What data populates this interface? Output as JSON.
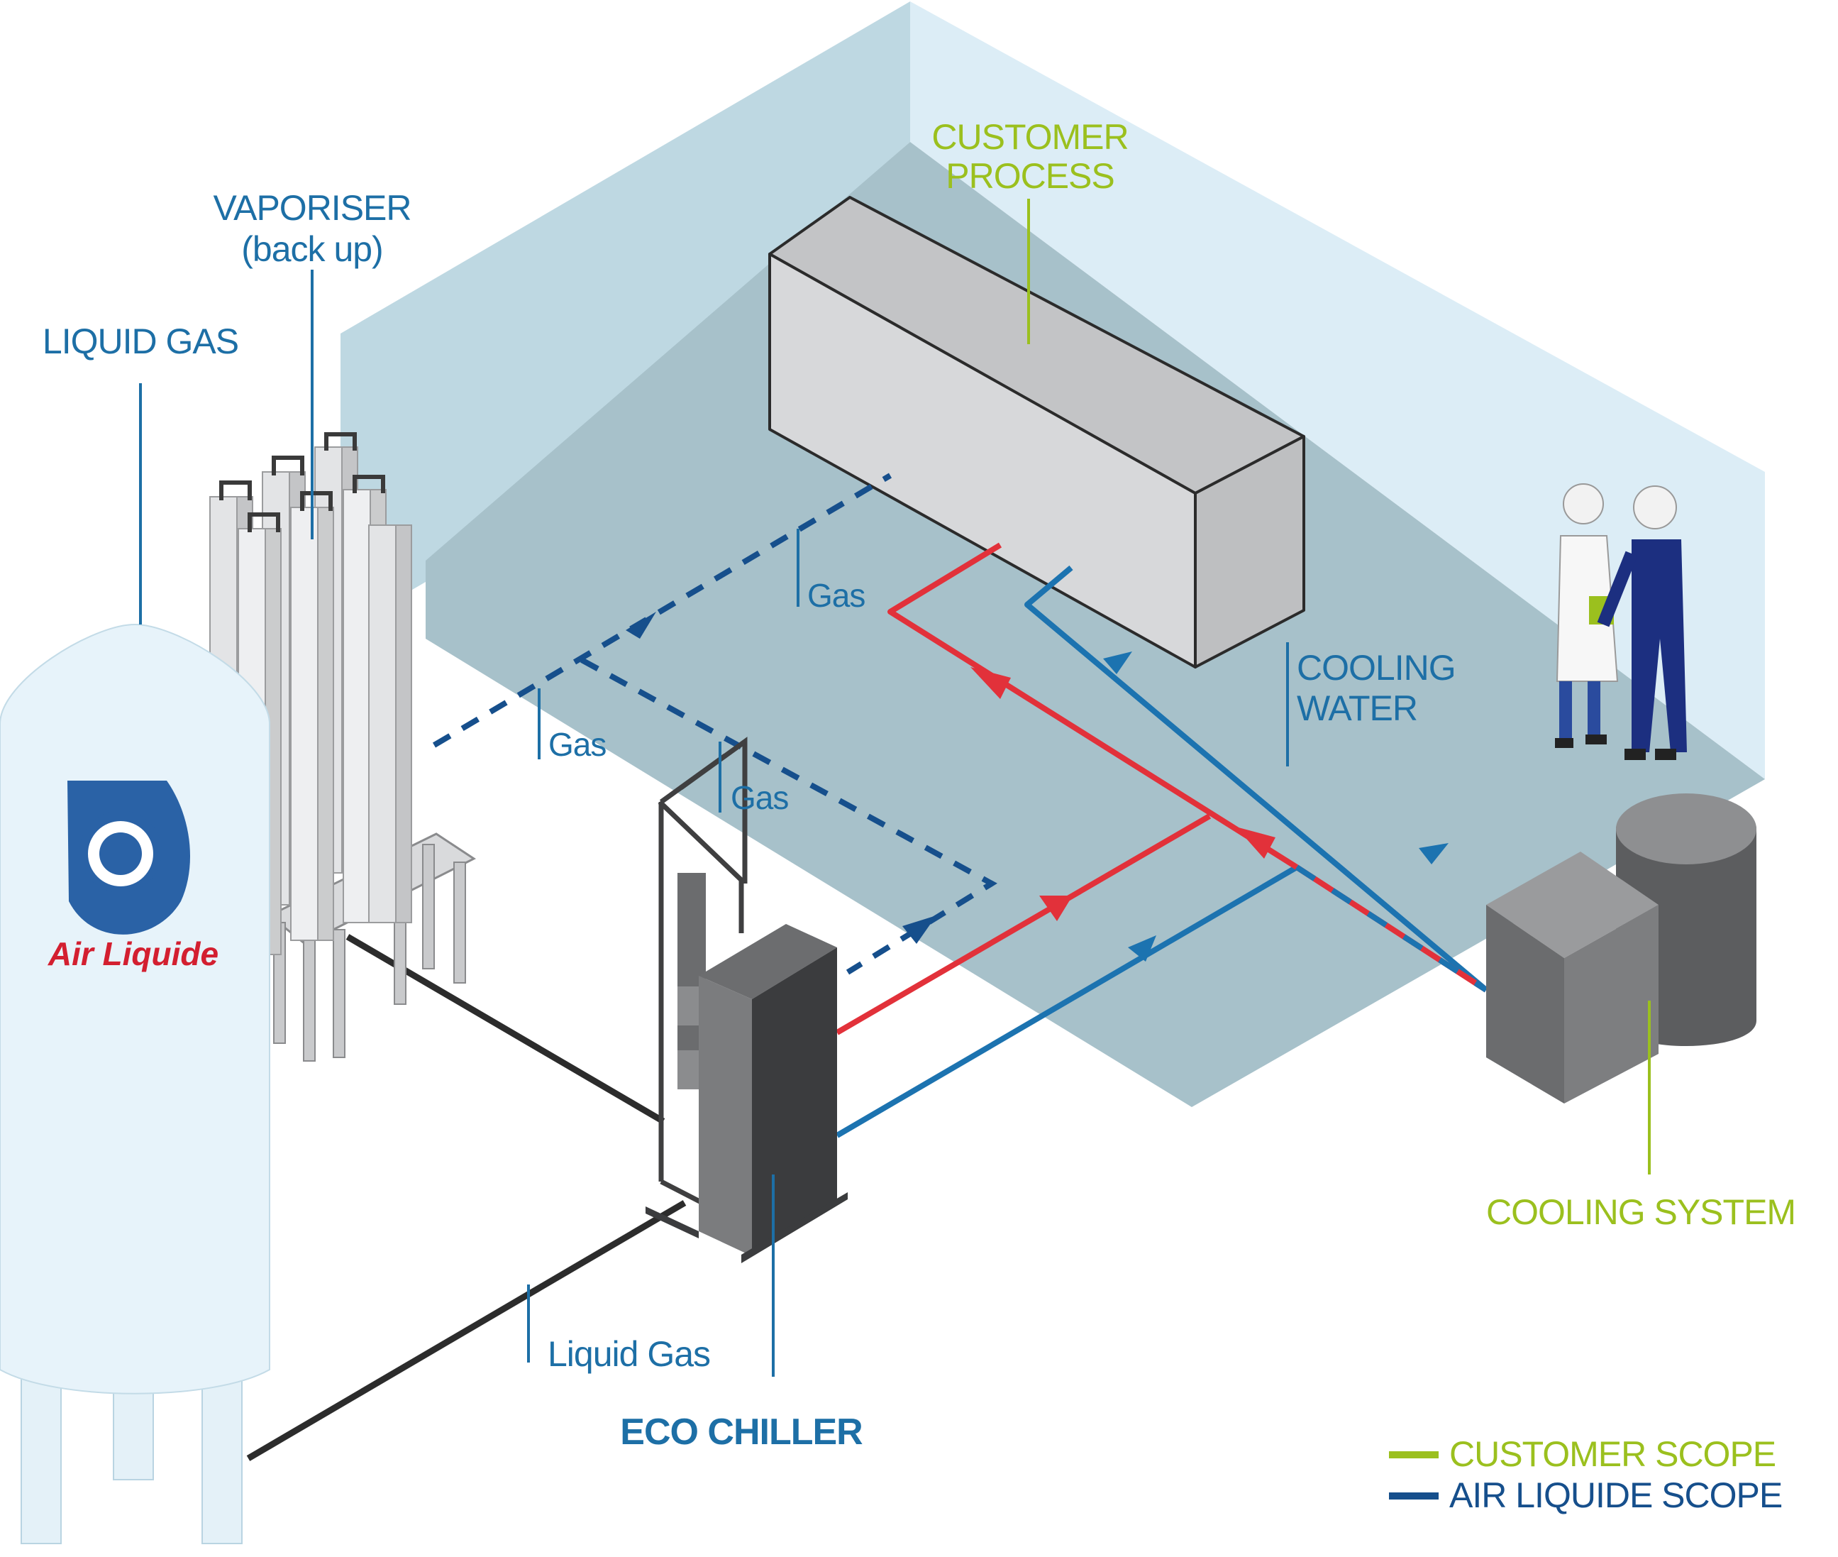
{
  "colors": {
    "brand_blue": "#1d6fa6",
    "navy": "#164f8c",
    "customer_green": "#9bc01e",
    "hot_red": "#e2313a",
    "cold_blue": "#1c73b0",
    "liquid_line": "#2c2c2c",
    "room_floor": "#a7c1ca",
    "room_wall_left": "#bed8e2",
    "room_wall_right": "#dcedf6"
  },
  "labels": {
    "customer_process": [
      "CUSTOMER",
      "PROCESS"
    ],
    "vaporiser": [
      "VAPORISER",
      "(back up)"
    ],
    "liquid_gas_tank": "LIQUID GAS",
    "gas": "Gas",
    "cooling_water": [
      "COOLING",
      "WATER"
    ],
    "cooling_system": "COOLING SYSTEM",
    "liquid_gas_line": "Liquid Gas",
    "eco_chiller": "ECO CHILLER"
  },
  "brand": {
    "name": "Air Liquide",
    "logo_icon": "air-liquide-logo-icon"
  },
  "legend": {
    "items": [
      {
        "label": "CUSTOMER SCOPE",
        "color": "#9bc01e"
      },
      {
        "label": "AIR LIQUIDE SCOPE",
        "color": "#164f8c"
      }
    ]
  }
}
